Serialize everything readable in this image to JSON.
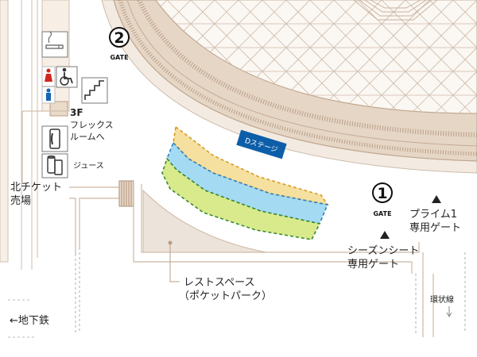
{
  "gates": [
    {
      "number": "2",
      "caption": "GATE"
    },
    {
      "number": "1",
      "caption": "GATE"
    }
  ],
  "stage_label": "Dステージ",
  "labels": {
    "floor3": "3F",
    "flex_line1": "フレックス",
    "flex_line2": "ルームへ",
    "juice": "ジュース",
    "north_ticket_line1": "北チケット",
    "north_ticket_line2": "売場",
    "rest_line1": "レストスペース",
    "rest_line2": "（ポケットパーク）",
    "season_line1": "シーズンシート",
    "season_line2": "専用ゲート",
    "prime_line1": "プライム1",
    "prime_line2": "専用ゲート",
    "subway": "←地下鉄",
    "loop_line": "環状線"
  },
  "icons": [
    "smoking-icon",
    "restroom-icon",
    "wheelchair-icon",
    "stairs-icon",
    "phone-icon",
    "vending-machine-icon"
  ],
  "colors": {
    "dome": "#fbf7f3",
    "dome_grid": "#cdbba9",
    "stand": "#e4d4c3",
    "path": "#d2bfab",
    "stage": "#0d5ea8",
    "zone_yellow": "#f5e0a0",
    "zone_blue": "#9ed8f2",
    "zone_green": "#d6ea8a",
    "restroom_red": "#d3261d",
    "restroom_blue": "#1567b5"
  }
}
